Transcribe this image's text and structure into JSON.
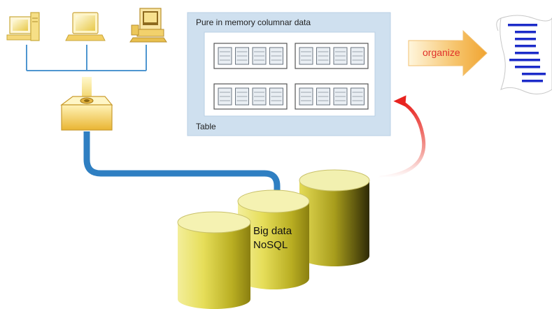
{
  "memory_panel": {
    "title": "Pure in memory columnar data",
    "footer_label": "Table",
    "column_groups": 4,
    "columns_per_group": 4
  },
  "organize_arrow": {
    "label": "organize",
    "label_color": "#e0322b"
  },
  "database_label": {
    "line1": "Big data",
    "line2": "NoSQL"
  },
  "icons": {
    "computers": [
      "desktop-computer-icon",
      "laptop-computer-icon",
      "workstation-computer-icon"
    ],
    "hub": "network-hub-icon",
    "document": "document-icon",
    "database": "database-cylinder-icon"
  },
  "colors": {
    "panel_bg": "#cfe0ef",
    "network_line": "#4f96d0",
    "pipe": "#2f7fc2",
    "cylinder_top": "#f2f0b0",
    "cylinder_body": "#d8d24a",
    "return_arrow": "#e8231f",
    "organize_fill": "#f5b04a",
    "document_lines": "#1d2cc9"
  }
}
